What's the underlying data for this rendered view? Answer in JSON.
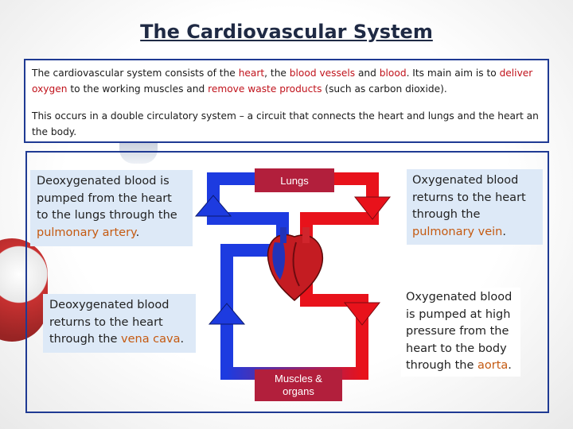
{
  "title": "The Cardiovascular System",
  "intro": {
    "p1": [
      {
        "t": "The cardiovascular system consists of the ",
        "c": ""
      },
      {
        "t": "heart",
        "c": "red"
      },
      {
        "t": ", the ",
        "c": ""
      },
      {
        "t": "blood vessels",
        "c": "red"
      },
      {
        "t": " and ",
        "c": ""
      },
      {
        "t": "blood",
        "c": "red"
      },
      {
        "t": ". Its main aim is to ",
        "c": ""
      },
      {
        "t": "deliver oxygen",
        "c": "red"
      },
      {
        "t": " to the working muscles and ",
        "c": ""
      },
      {
        "t": "remove waste products",
        "c": "red"
      },
      {
        "t": " (such as carbon dioxide).",
        "c": ""
      }
    ],
    "p2": "This occurs in a double circulatory system – a circuit that connects the heart and lungs and the heart an the body."
  },
  "diagram": {
    "lungs_label": "Lungs",
    "muscles_label_line1": "Muscles &",
    "muscles_label_line2": "organs",
    "colors": {
      "oxygenated": "#e8121b",
      "deoxygenated": "#1d3be0",
      "node_bg": "#b21f3c",
      "frame": "#1f3a93"
    }
  },
  "boxes": {
    "pulmonary_artery": {
      "text": "Deoxygenated blood is pumped from the heart to the lungs through the ",
      "term": "pulmonary artery",
      "end": "."
    },
    "vena_cava": {
      "text": "Deoxygenated blood returns to the heart through the ",
      "term": "vena cava",
      "end": "."
    },
    "pulmonary_vein": {
      "text": "Oxygenated blood returns to the heart through the ",
      "term": "pulmonary vein",
      "end": "."
    },
    "aorta": {
      "text": "Oxygenated blood is pumped at high pressure from the heart to the body through the ",
      "term": "aorta",
      "end": "."
    }
  }
}
